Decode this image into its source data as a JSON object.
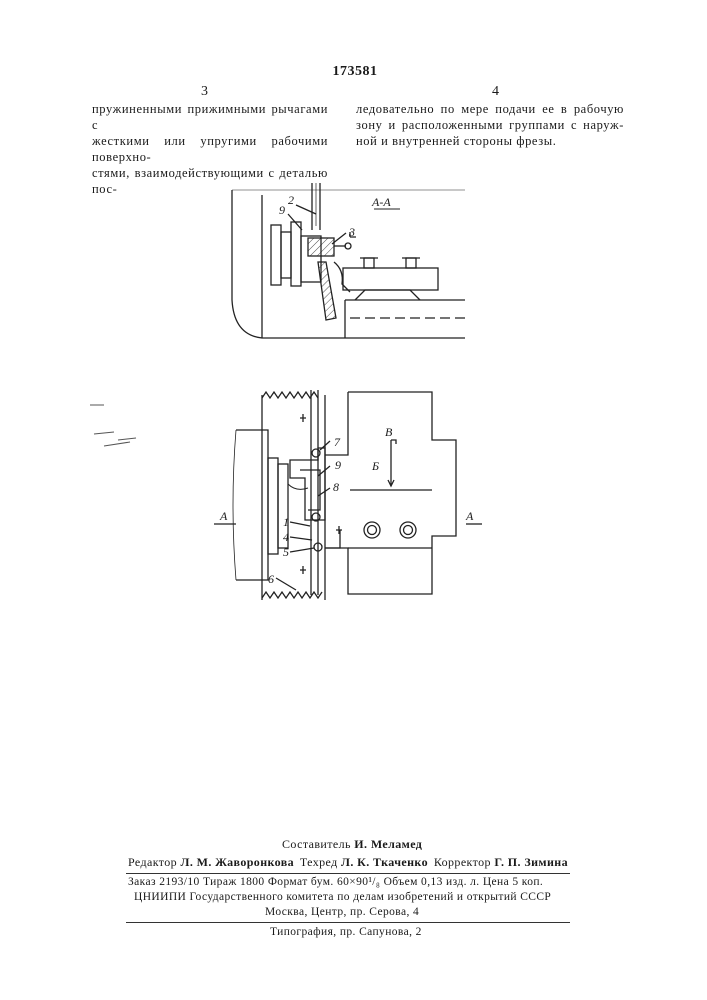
{
  "header": {
    "patent_number": "173581",
    "col_left_number": "3",
    "col_right_number": "4"
  },
  "text": {
    "left_lines": [
      "пружиненными прижимными рычагами с",
      "жесткими или упругими рабочими поверхно-",
      "стями, взаимодействующими с деталью пос-"
    ],
    "right_lines": [
      "ледовательно по мере подачи ее в рабочую",
      "зону и расположенными группами с наруж-",
      "ной и внутренней стороны фрезы."
    ]
  },
  "figure_top": {
    "section_label": "А-А",
    "labels": [
      "2",
      "9",
      "3"
    ]
  },
  "figure_bottom": {
    "labels": [
      "7",
      "9",
      "8",
      "1",
      "4",
      "5",
      "6"
    ],
    "section_marks": [
      "А",
      "А"
    ],
    "arrow_labels": [
      "В",
      "Б"
    ]
  },
  "footer": {
    "compiler_label": "Составитель",
    "compiler_name": "И. Меламед",
    "editor_label": "Редактор",
    "editor_name": "Л. М. Жаворонкова",
    "techred_label": "Техред",
    "techred_name": "Л. К. Ткаченко",
    "corrector_label": "Корректор",
    "corrector_name": "Г. П. Зимина",
    "order_line": "Заказ 2193/10   Тираж 1800 Формат бум. 60×90¹/₈   Объем 0,13 изд. л. Цена 5 коп.",
    "org_line": "ЦНИИПИ Государственного комитета по делам изобретений и открытий СССР",
    "address_line": "Москва, Центр, пр. Серова, 4",
    "print_line": "Типография, пр. Сапунова, 2"
  }
}
